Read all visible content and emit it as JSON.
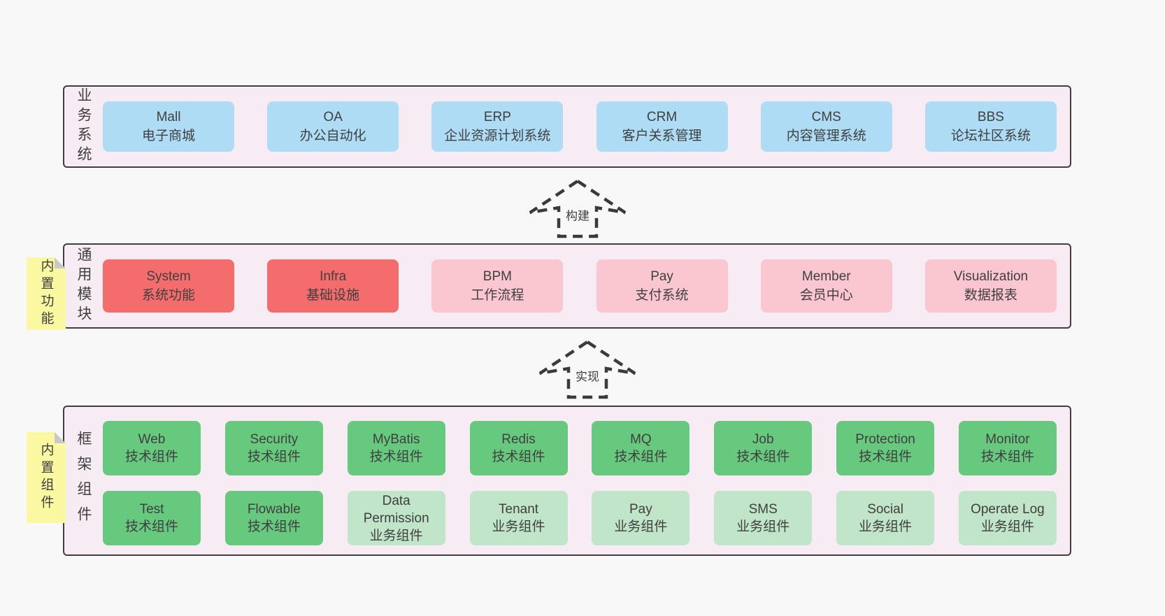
{
  "page": {
    "background": "#f8f8f8"
  },
  "colors": {
    "page_bg": "#f8f8f8",
    "container_bg": "#f7ecf4",
    "container_border": "#3f3f3f",
    "blue": "#aedcf5",
    "red": "#f56c6c",
    "pink": "#fac6d0",
    "green": "#67c97e",
    "light_green": "#c0e5c9",
    "yellow": "#faf8a0",
    "fold": "#c9c9c9",
    "text": "#3f3f3f"
  },
  "arrows": [
    {
      "label": "构建"
    },
    {
      "label": "实现"
    }
  ],
  "layers": {
    "business": {
      "label": "业务系统",
      "boxes": [
        {
          "name": "Mall",
          "desc": "电子商城"
        },
        {
          "name": "OA",
          "desc": "办公自动化"
        },
        {
          "name": "ERP",
          "desc": "企业资源计划系统"
        },
        {
          "name": "CRM",
          "desc": "客户关系管理"
        },
        {
          "name": "CMS",
          "desc": "内容管理系统"
        },
        {
          "name": "BBS",
          "desc": "论坛社区系统"
        }
      ]
    },
    "modules": {
      "label": "通用模块",
      "note": "内置功能",
      "boxes": [
        {
          "name": "System",
          "desc": "系统功能",
          "variant": "red"
        },
        {
          "name": "Infra",
          "desc": "基础设施",
          "variant": "red"
        },
        {
          "name": "BPM",
          "desc": "工作流程",
          "variant": "pink"
        },
        {
          "name": "Pay",
          "desc": "支付系统",
          "variant": "pink"
        },
        {
          "name": "Member",
          "desc": "会员中心",
          "variant": "pink"
        },
        {
          "name": "Visualization",
          "desc": "数据报表",
          "variant": "pink"
        }
      ]
    },
    "components": {
      "label": "框架组件",
      "note": "内置组件",
      "row1": [
        {
          "name": "Web",
          "desc": "技术组件",
          "variant": "green"
        },
        {
          "name": "Security",
          "desc": "技术组件",
          "variant": "green"
        },
        {
          "name": "MyBatis",
          "desc": "技术组件",
          "variant": "green"
        },
        {
          "name": "Redis",
          "desc": "技术组件",
          "variant": "green"
        },
        {
          "name": "MQ",
          "desc": "技术组件",
          "variant": "green"
        },
        {
          "name": "Job",
          "desc": "技术组件",
          "variant": "green"
        },
        {
          "name": "Protection",
          "desc": "技术组件",
          "variant": "green"
        },
        {
          "name": "Monitor",
          "desc": "技术组件",
          "variant": "green"
        }
      ],
      "row2": [
        {
          "name": "Test",
          "desc": "技术组件",
          "variant": "green"
        },
        {
          "name": "Flowable",
          "desc": "技术组件",
          "variant": "green"
        },
        {
          "name": "Data Permission",
          "desc": "业务组件",
          "variant": "light-green"
        },
        {
          "name": "Tenant",
          "desc": "业务组件",
          "variant": "light-green"
        },
        {
          "name": "Pay",
          "desc": "业务组件",
          "variant": "light-green"
        },
        {
          "name": "SMS",
          "desc": "业务组件",
          "variant": "light-green"
        },
        {
          "name": "Social",
          "desc": "业务组件",
          "variant": "light-green"
        },
        {
          "name": "Operate Log",
          "desc": "业务组件",
          "variant": "light-green"
        }
      ]
    }
  }
}
